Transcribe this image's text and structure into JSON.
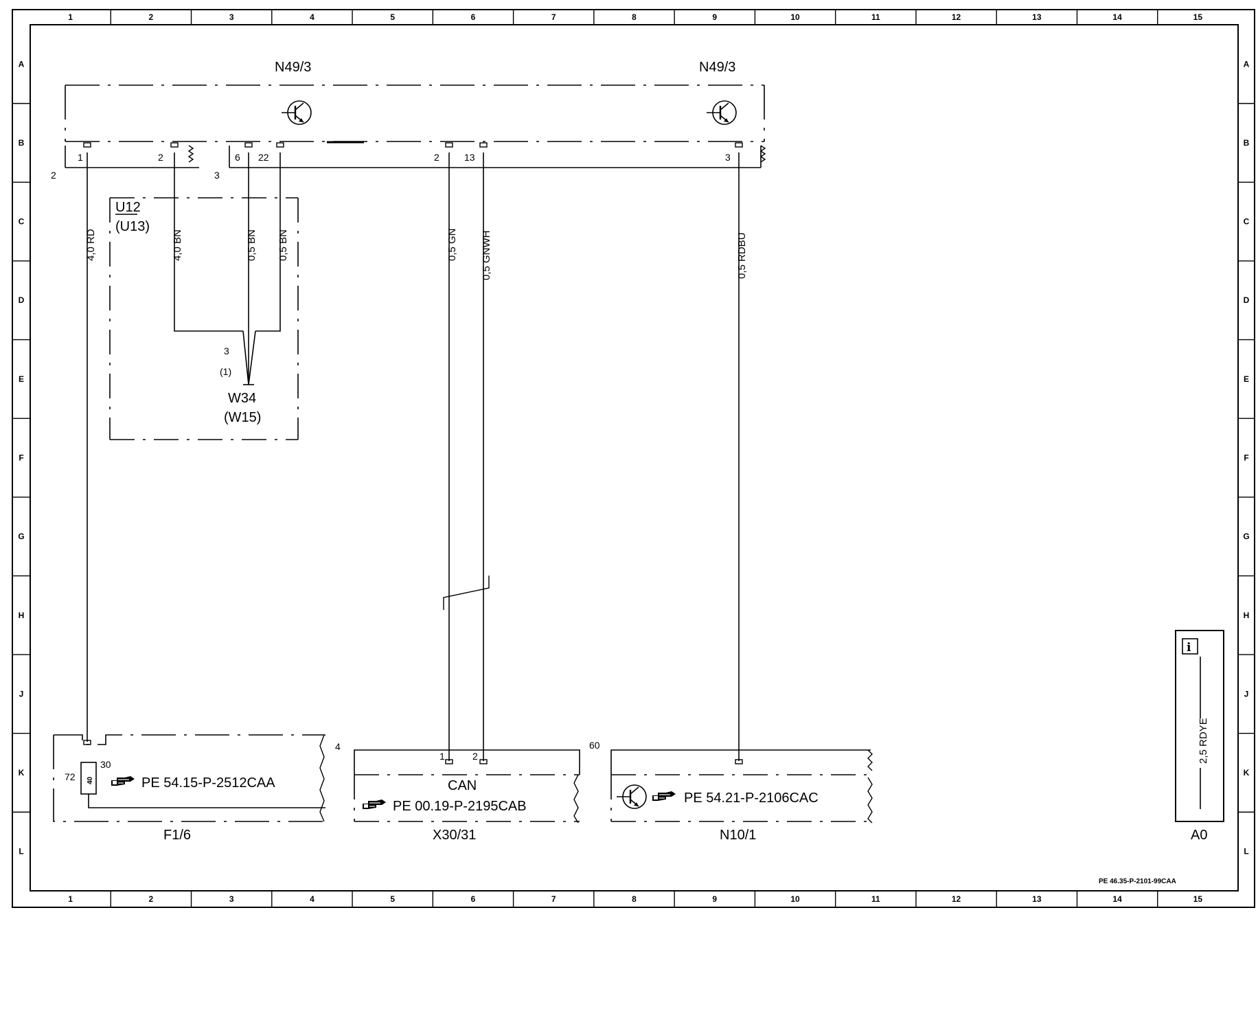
{
  "grid": {
    "columns": [
      "1",
      "2",
      "3",
      "4",
      "5",
      "6",
      "7",
      "8",
      "9",
      "10",
      "11",
      "12",
      "13",
      "14",
      "15"
    ],
    "rows": [
      "A",
      "B",
      "C",
      "D",
      "E",
      "F",
      "G",
      "H",
      "J",
      "K",
      "L"
    ]
  },
  "components": {
    "top_left": {
      "label": "N49/3"
    },
    "top_right": {
      "label": "N49/3"
    },
    "u12": {
      "label": "U12",
      "alt": "(U13)"
    },
    "w34": {
      "label": "W34",
      "alt": "(W15)",
      "pin": "3",
      "pin_alt": "(1)"
    },
    "f16": {
      "label": "F1/6",
      "ref": "PE 54.15-P-2512CAA",
      "pin_left": "72",
      "pin_right": "30",
      "fuse": "40",
      "side": "4"
    },
    "x3031": {
      "label": "X30/31",
      "ref": "PE 00.19-P-2195CAB",
      "bus": "CAN",
      "pin1": "1",
      "pin2": "2",
      "side": "60"
    },
    "n101": {
      "label": "N10/1",
      "ref": "PE 54.21-P-2106CAC"
    },
    "a0": {
      "label": "A0",
      "wire": "2,5 RDYE",
      "icon": "info-icon"
    }
  },
  "connectors": {
    "left_num": "2",
    "mid_num": "3",
    "pins": {
      "p1": "1",
      "p2a": "2",
      "p6": "6",
      "p22": "22",
      "p2b": "2",
      "p13": "13",
      "p3": "3"
    }
  },
  "wires": {
    "w1": "4,0 RD",
    "w2": "4,0 BN",
    "w3": "0,5 BN",
    "w4": "0,5 BN",
    "w5": "0,5 GN",
    "w6": "0,5 GNWH",
    "w7": "0,5 RDBU"
  },
  "footer": {
    "doc_code": "PE 46.35-P-2101-99CAA"
  }
}
